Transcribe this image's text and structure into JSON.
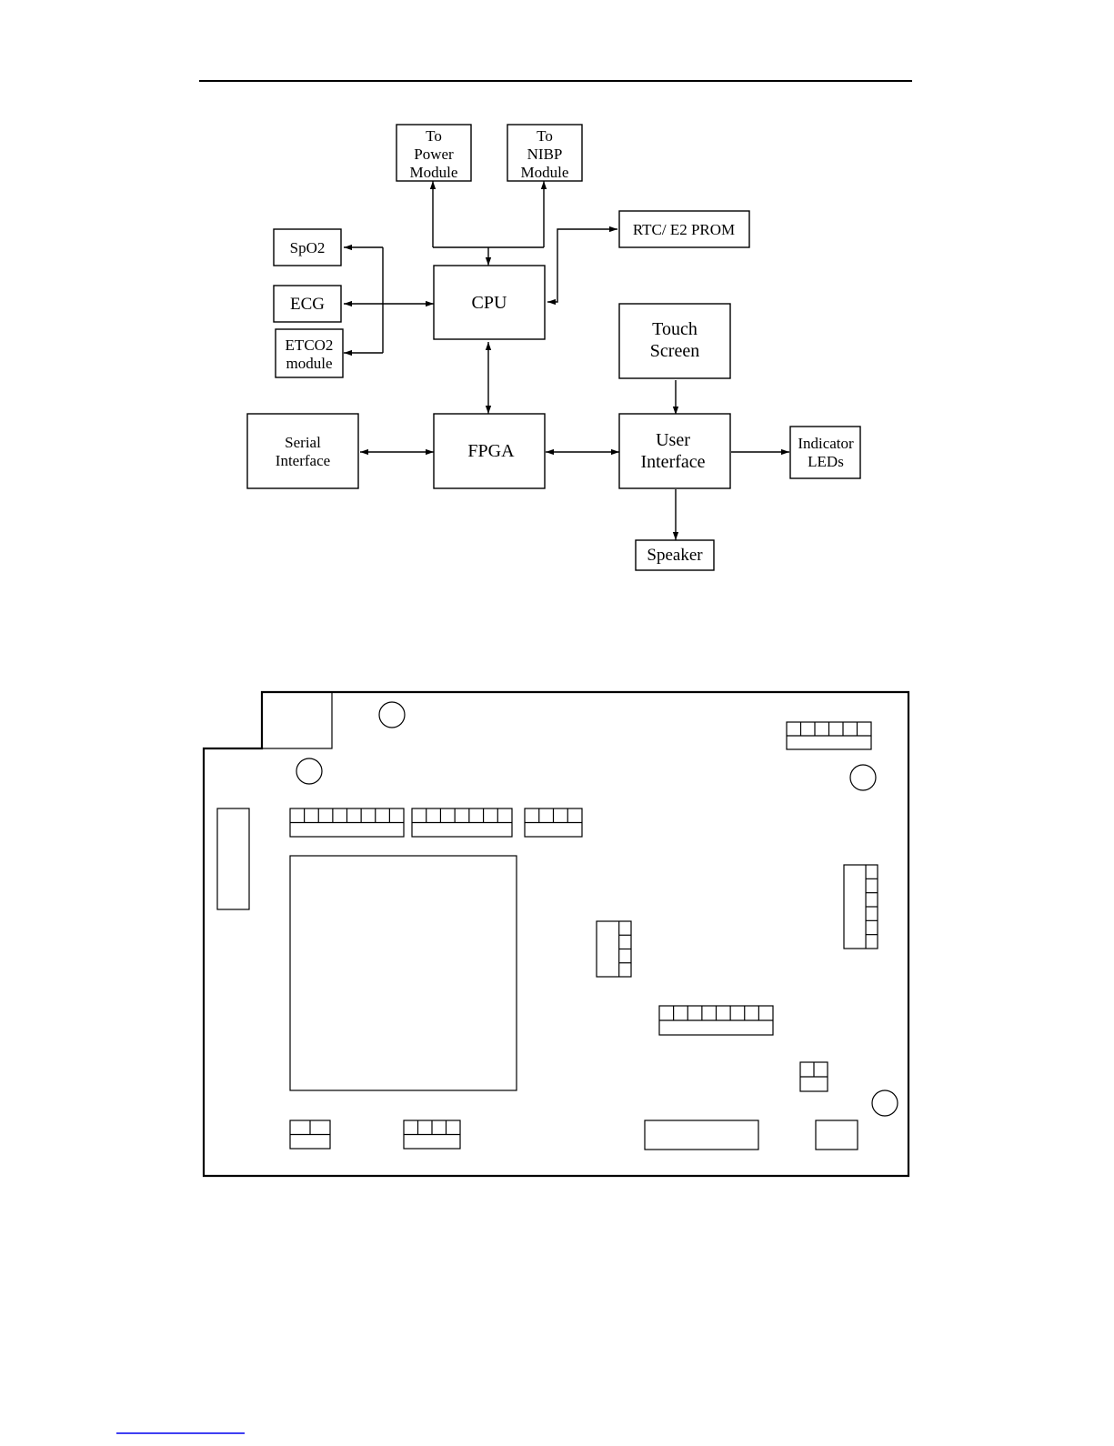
{
  "block_diagram": {
    "blocks": {
      "to_power": [
        "To",
        "Power",
        "Module"
      ],
      "to_nibp": [
        "To",
        "NIBP",
        "Module"
      ],
      "rtc": [
        "RTC/ E2 PROM"
      ],
      "spo2": [
        "SpO2"
      ],
      "ecg": [
        "ECG"
      ],
      "etco2": [
        "ETCO2",
        "module"
      ],
      "cpu": [
        "CPU"
      ],
      "touch": [
        "Touch",
        "Screen"
      ],
      "serial": [
        "Serial",
        "Interface"
      ],
      "fpga": [
        "FPGA"
      ],
      "user_if": [
        "User",
        "Interface"
      ],
      "leds": [
        "Indicator",
        "LEDs"
      ],
      "speaker": [
        "Speaker"
      ]
    }
  },
  "colors": {
    "line": "#000000",
    "footer_rule": "#0000ee"
  }
}
